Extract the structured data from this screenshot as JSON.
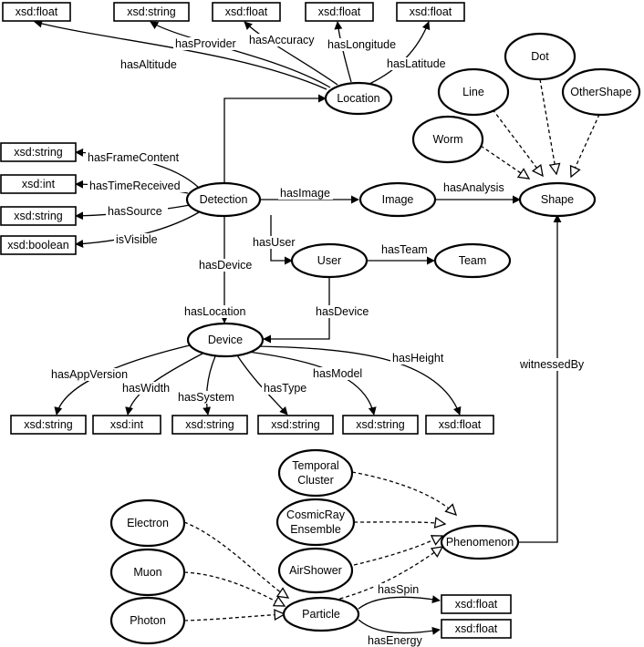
{
  "classes": {
    "location": "Location",
    "detection": "Detection",
    "image": "Image",
    "shape": "Shape",
    "user": "User",
    "team": "Team",
    "device": "Device",
    "dot": "Dot",
    "line": "Line",
    "other_shape": "OtherShape",
    "worm": "Worm",
    "temporal_cluster": [
      "Temporal",
      "Cluster"
    ],
    "cosmic_ray_ensemble": [
      "CosmicRay",
      "Ensemble"
    ],
    "air_shower": "AirShower",
    "phenomenon": "Phenomenon",
    "electron": "Electron",
    "muon": "Muon",
    "photon": "Photon",
    "particle": "Particle"
  },
  "datatypes": {
    "altitude": "xsd:float",
    "provider": "xsd:string",
    "accuracy": "xsd:float",
    "longitude": "xsd:float",
    "latitude": "xsd:float",
    "frame_content": "xsd:string",
    "time_received": "xsd:int",
    "source": "xsd:string",
    "is_visible": "xsd:boolean",
    "app_version": "xsd:string",
    "width": "xsd:int",
    "system": "xsd:string",
    "type": "xsd:string",
    "model": "xsd:string",
    "height": "xsd:float",
    "spin": "xsd:float",
    "energy": "xsd:float"
  },
  "properties": {
    "has_altitude": "hasAltitude",
    "has_provider": "hasProvider",
    "has_accuracy": "hasAccuracy",
    "has_longitude": "hasLongitude",
    "has_latitude": "hasLatitude",
    "has_frame_content": "hasFrameContent",
    "has_time_received": "hasTimeReceived",
    "has_source": "hasSource",
    "is_visible": "isVisible",
    "has_image": "hasImage",
    "has_analysis": "hasAnalysis",
    "has_user": "hasUser",
    "has_team": "hasTeam",
    "has_device": "hasDevice",
    "has_device_user": "hasDevice",
    "has_location": "hasLocation",
    "has_app_version": "hasAppVersion",
    "has_width": "hasWidth",
    "has_system": "hasSystem",
    "has_type": "hasType",
    "has_model": "hasModel",
    "has_height": "hasHeight",
    "witnessed_by": "witnessedBy",
    "has_spin": "hasSpin",
    "has_energy": "hasEnergy"
  }
}
